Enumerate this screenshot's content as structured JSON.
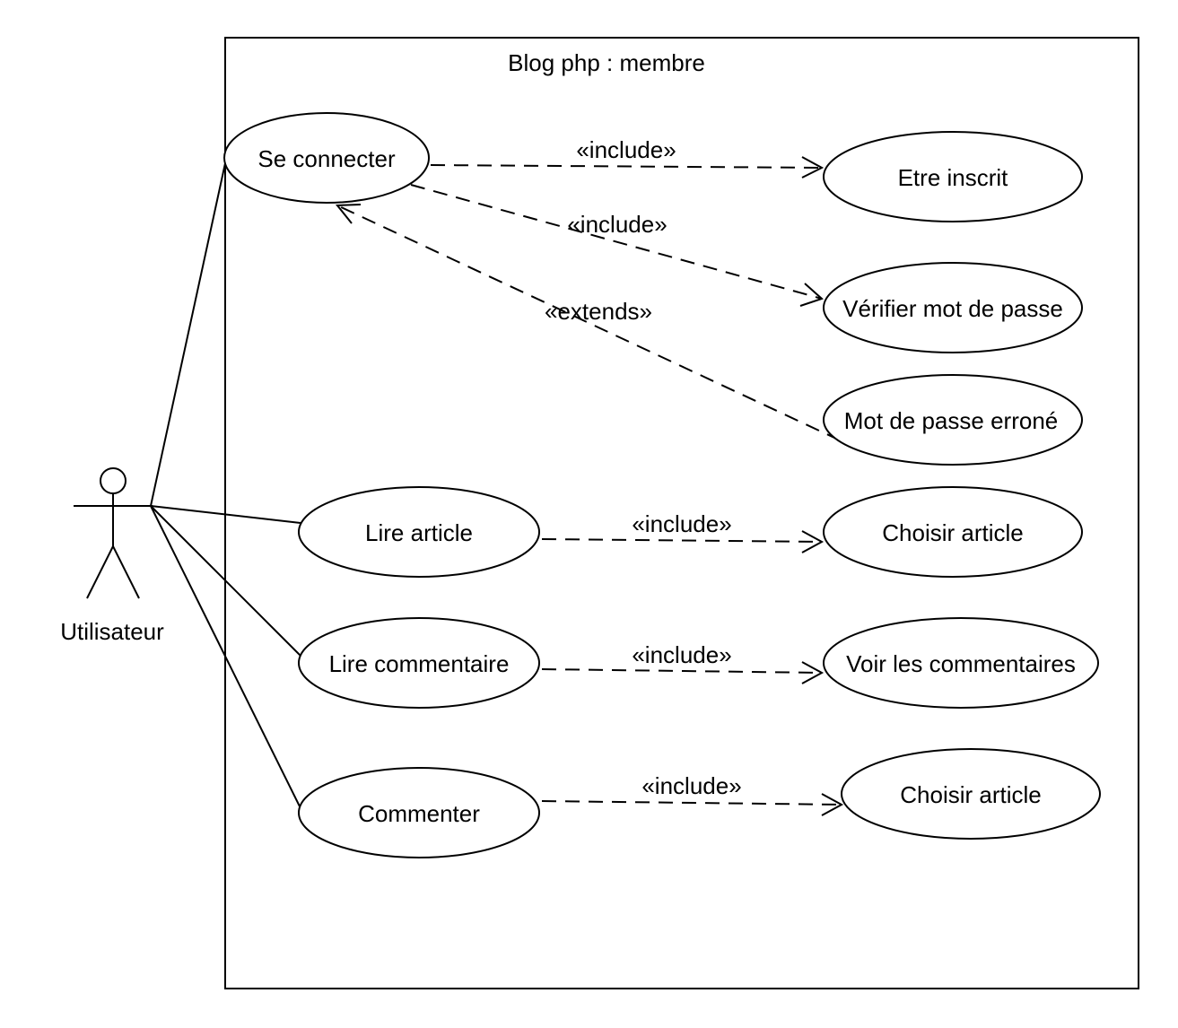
{
  "system": {
    "title": "Blog php : membre"
  },
  "actor": {
    "name": "Utilisateur"
  },
  "use_cases": {
    "se_connecter": "Se connecter",
    "etre_inscrit": "Etre inscrit",
    "verifier_mdp": "Vérifier mot de passe",
    "mdp_errone": "Mot de passe erroné",
    "lire_article": "Lire article",
    "choisir_article_1": "Choisir article",
    "lire_commentaire": "Lire commentaire",
    "voir_commentaires": "Voir les commentaires",
    "commenter": "Commenter",
    "choisir_article_2": "Choisir article"
  },
  "relations": {
    "include_1": "«include»",
    "include_2": "«include»",
    "extends_1": "«extends»",
    "include_3": "«include»",
    "include_4": "«include»",
    "include_5": "«include»"
  }
}
